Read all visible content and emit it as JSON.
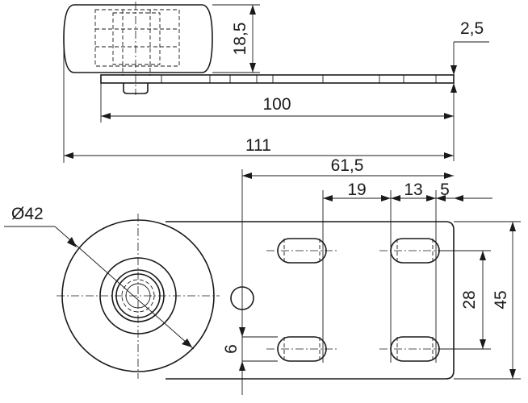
{
  "drawing": {
    "dimensions": {
      "roller_height": "18,5",
      "plate_thickness": "2,5",
      "plate_length": "100",
      "overall_length": "111",
      "hole_offset": "61,5",
      "slot_spacing_a": "19",
      "slot_spacing_b": "13",
      "edge_offset": "5",
      "wheel_diameter": "Ø42",
      "slot_width": "6",
      "slot_pitch": "28",
      "plate_height": "45"
    }
  }
}
